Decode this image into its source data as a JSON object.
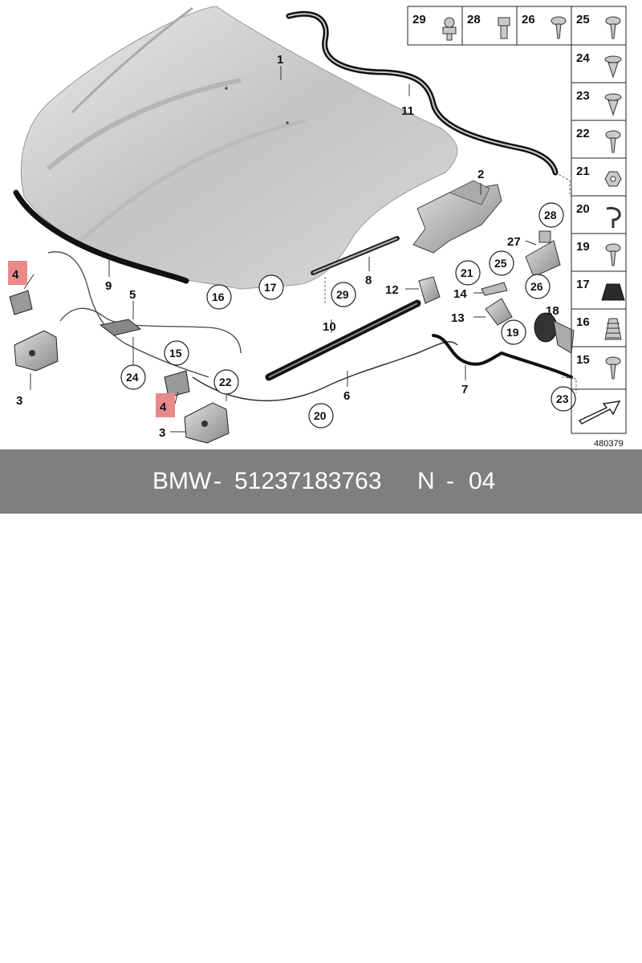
{
  "labels": {
    "hood": "1",
    "hinge": "2",
    "lock_left": "3",
    "lock_right": "3",
    "striker_left": "4",
    "striker_right": "4",
    "lever": "5",
    "cable_front": "6",
    "cable_rear": "7",
    "gas_strut": "8",
    "seal_front": "9",
    "seal_side": "10",
    "seal_top": "11",
    "holder": "12",
    "bracket_13": "13",
    "bracket_14": "14",
    "buffer_18": "18",
    "sensor": "27"
  },
  "circled": {
    "c15": "15",
    "c16": "16",
    "c17": "17",
    "c19": "19",
    "c20": "20",
    "c21": "21",
    "c22": "22",
    "c23": "23",
    "c24": "24",
    "c25": "25",
    "c26": "26",
    "c28": "28",
    "c29": "29"
  },
  "parts_legend": [
    {
      "num": "29",
      "icon": "ball-stud-icon"
    },
    {
      "num": "28",
      "icon": "hex-socket-bolt-icon"
    },
    {
      "num": "26",
      "icon": "self-tapping-screw-icon"
    },
    {
      "num": "25",
      "icon": "torx-screw-icon"
    },
    {
      "num": "24",
      "icon": "expanding-rivet-icon"
    },
    {
      "num": "23",
      "icon": "plastic-clip-icon"
    },
    {
      "num": "22",
      "icon": "flange-screw-icon"
    },
    {
      "num": "21",
      "icon": "hex-nut-icon"
    },
    {
      "num": "20",
      "icon": "cable-clip-icon"
    },
    {
      "num": "19",
      "icon": "pan-head-screw-icon"
    },
    {
      "num": "17",
      "icon": "rubber-buffer-icon"
    },
    {
      "num": "16",
      "icon": "ribbed-buffer-icon"
    },
    {
      "num": "15",
      "icon": "washer-screw-icon"
    }
  ],
  "diagram_id": "480379",
  "footer": {
    "brand": "BMW",
    "sep1": "-",
    "part_number": "51237183763",
    "ref": "N",
    "sep2": "-",
    "position": "04"
  }
}
